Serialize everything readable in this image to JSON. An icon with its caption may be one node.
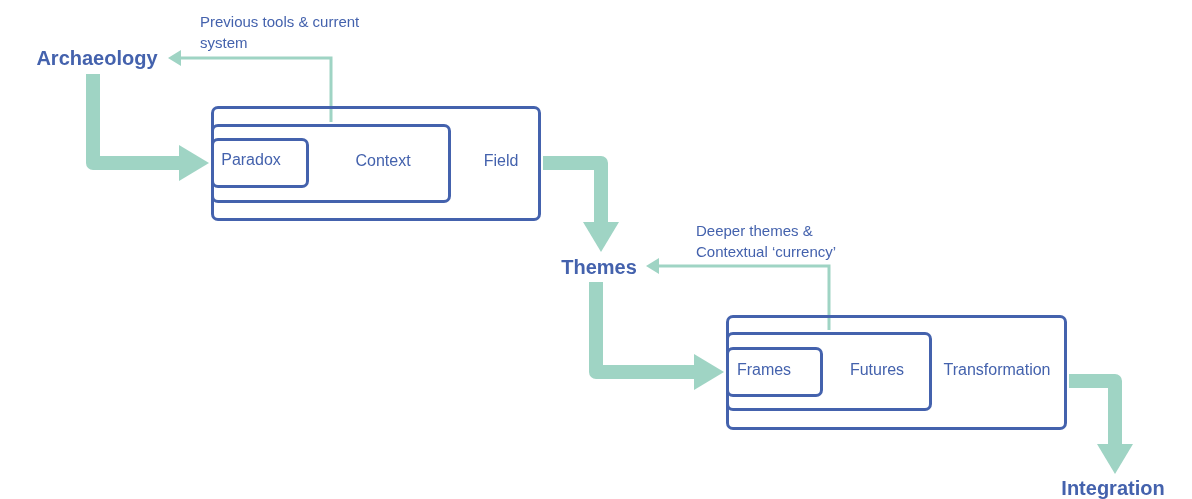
{
  "diagram": {
    "nodes": [
      {
        "text": [
          "Archaeology"
        ]
      },
      {
        "text": [
          "Field"
        ]
      },
      {
        "text": [
          "Context"
        ],
        "in": 1
      },
      {
        "text": [
          "Paradox"
        ],
        "in": 2
      },
      {
        "text": [
          "Themes"
        ]
      },
      {
        "text": [
          "Transformation"
        ]
      },
      {
        "text": [
          "Futures"
        ],
        "in": 5
      },
      {
        "text": [
          "Frames"
        ],
        "in": 6
      },
      {
        "text": [
          "Integration"
        ]
      }
    ],
    "edges": [
      {
        "from": 0,
        "to": 1,
        "arrow": "to"
      },
      {
        "from": 2,
        "to": 0,
        "arrow": "to",
        "label": "Previous tools & current system"
      },
      {
        "from": 1,
        "to": 4,
        "arrow": "to"
      },
      {
        "from": 4,
        "to": 5,
        "arrow": "to"
      },
      {
        "from": 6,
        "to": 4,
        "arrow": "to",
        "label": "Deeper themes & Contextual ‘currency’"
      },
      {
        "from": 5,
        "to": 8,
        "arrow": "to"
      }
    ]
  }
}
